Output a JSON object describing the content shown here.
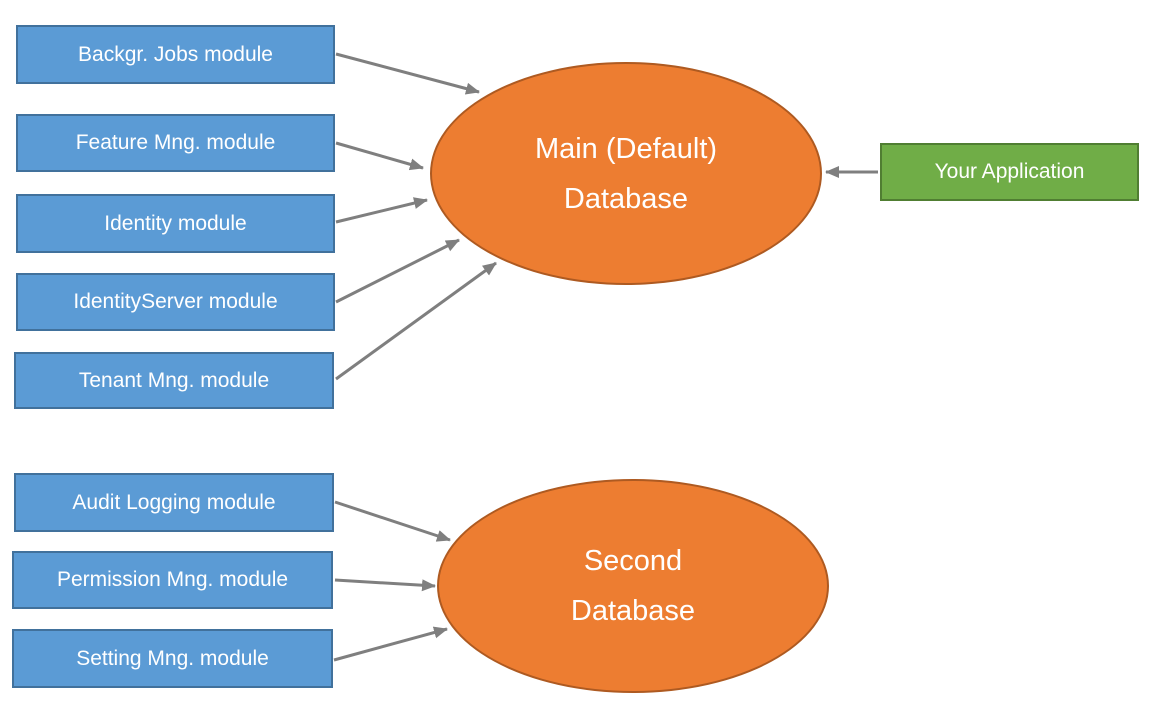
{
  "diagram": {
    "title": "",
    "colors": {
      "module_fill": "#5b9bd5",
      "module_border": "#41719c",
      "database_fill": "#ed7d31",
      "database_border": "#ae5a21",
      "application_fill": "#70ad47",
      "application_border": "#507e32",
      "arrow": "#7f7f7f",
      "label_text": "#ffffff"
    },
    "main_group": {
      "modules": [
        {
          "label": "Backgr. Jobs module"
        },
        {
          "label": "Feature Mng. module"
        },
        {
          "label": "Identity module"
        },
        {
          "label": "IdentityServer module"
        },
        {
          "label": "Tenant Mng. module"
        }
      ],
      "database": {
        "line1": "Main (Default)",
        "line2": "Database"
      },
      "application": {
        "label": "Your Application"
      }
    },
    "second_group": {
      "modules": [
        {
          "label": "Audit Logging module"
        },
        {
          "label": "Permission Mng. module"
        },
        {
          "label": "Setting Mng. module"
        }
      ],
      "database": {
        "line1": "Second",
        "line2": "Database"
      }
    },
    "edges": [
      {
        "from": "Backgr. Jobs module",
        "to": "Main (Default) Database"
      },
      {
        "from": "Feature Mng. module",
        "to": "Main (Default) Database"
      },
      {
        "from": "Identity module",
        "to": "Main (Default) Database"
      },
      {
        "from": "IdentityServer module",
        "to": "Main (Default) Database"
      },
      {
        "from": "Tenant Mng. module",
        "to": "Main (Default) Database"
      },
      {
        "from": "Your Application",
        "to": "Main (Default) Database"
      },
      {
        "from": "Audit Logging module",
        "to": "Second Database"
      },
      {
        "from": "Permission Mng. module",
        "to": "Second Database"
      },
      {
        "from": "Setting Mng. module",
        "to": "Second Database"
      }
    ]
  }
}
